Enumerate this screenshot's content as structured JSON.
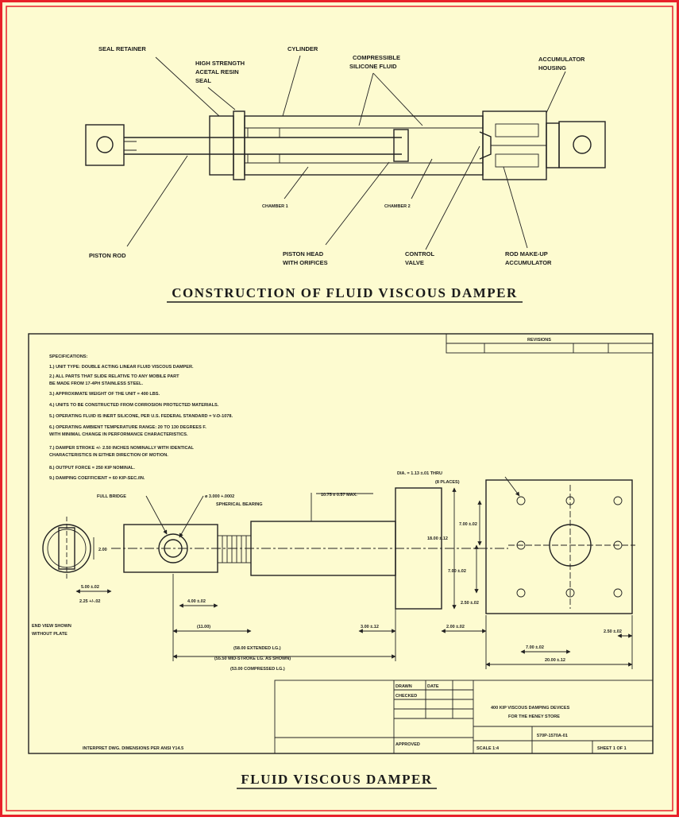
{
  "colors": {
    "background": "#fdfbd0",
    "frame": "#e8202a",
    "ink": "#1e1e1e"
  },
  "construction": {
    "title": "CONSTRUCTION OF FLUID VISCOUS DAMPER",
    "labels": {
      "seal_retainer": "SEAL RETAINER",
      "seal_line1": "HIGH STRENGTH",
      "seal_line2": "ACETAL RESIN",
      "seal_line3": "SEAL",
      "cylinder": "CYLINDER",
      "fluid_line1": "COMPRESSIBLE",
      "fluid_line2": "SILICONE FLUID",
      "accum_line1": "ACCUMULATOR",
      "accum_line2": "HOUSING",
      "chamber1": "CHAMBER 1",
      "chamber2": "CHAMBER 2",
      "piston_rod": "PISTON ROD",
      "piston_head_line1": "PISTON HEAD",
      "piston_head_line2": "WITH ORIFICES",
      "control_line1": "CONTROL",
      "control_line2": "VALVE",
      "rod_line1": "ROD MAKE-UP",
      "rod_line2": "ACCUMULATOR"
    }
  },
  "drawing": {
    "title": "FLUID VISCOUS DAMPER",
    "revisions_label": "REVISIONS",
    "specs_heading": "SPECIFICATIONS:",
    "specs": [
      "1.) UNIT TYPE: DOUBLE ACTING LINEAR FLUID VISCOUS DAMPER.",
      "2.) ALL PARTS THAT SLIDE RELATIVE TO ANY MOBILE PART",
      "    BE MADE FROM 17-4PH STAINLESS STEEL.",
      "3.) APPROXIMATE WEIGHT OF THE UNIT = 400 LBS.",
      "4.) UNITS TO BE CONSTRUCTED FROM CORROSION PROTECTED MATERIALS.",
      "5.) OPERATING FLUID IS INERT SILICONE, PER U.S. FEDERAL STANDARD = V-D-1078.",
      "6.) OPERATING AMBIENT TEMPERATURE RANGE: 20 TO 130 DEGREES F.",
      "    WITH MINIMAL CHANGE IN PERFORMANCE CHARACTERISTICS.",
      "7.) DAMPER STROKE +/- 2.50 INCHES NOMINALLY WITH IDENTICAL",
      "    CHARACTERISTICS IN EITHER DIRECTION OF MOTION.",
      "8.) OUTPUT FORCE = 250 KIP NOMINAL.",
      "9.) DAMPING COEFFICIENT = 60 KIP-SEC./IN."
    ],
    "dims": {
      "full_bridge": "FULL BRIDGE",
      "bore": "ø 3.000 +.0002",
      "bore_sub": "SPHERICAL BEARING",
      "od": "10.75 ± 0.57 MAX.",
      "bolt_holes": "DIA. = 1.13 ±.01 THRU",
      "bolt_holes_sub": "(8 PLACES)",
      "h1": "7.00 ±.02",
      "h2": "7.00 ±.02",
      "h3": "2.50 ±.02",
      "width_left": "2.00",
      "rod_w": "5.00 ±.02",
      "thread": "4.00 ±.02",
      "gap1": "2.25 +/-.02",
      "face_h": "18.00 ±.12",
      "gap2": "3.00 ±.12",
      "gap3": "2.00 ±.02",
      "flange_w1": "7.00 ±.02",
      "flange_w2": "2.50 ±.02",
      "flange_total": "20.00 ±.12",
      "len_ext": "(58.00 EXTENDED LG.)",
      "len_mid": "(55.50 MID-STROKE LG. AS SHOWN)",
      "len_comp": "(53.00 COMPRESSED LG.)",
      "len_body": "(11.00)",
      "end_view_1": "END VIEW SHOWN",
      "end_view_2": "WITHOUT PLATE"
    },
    "title_block": {
      "desc_line1": "400 KIP VISCOUS DAMPING DEVICES",
      "desc_line2": "FOR THE HENEY STORE",
      "dwg_no": "570P-1570A-01",
      "scale": "SCALE 1:4",
      "sheet": "SHEET 1 OF 1",
      "approved": "APPROVED",
      "drawn": "DRAWN",
      "checked": "CHECKED",
      "date": "DATE",
      "footnote": "INTERPRET DWG. DIMENSIONS PER ANSI Y14.5"
    }
  }
}
